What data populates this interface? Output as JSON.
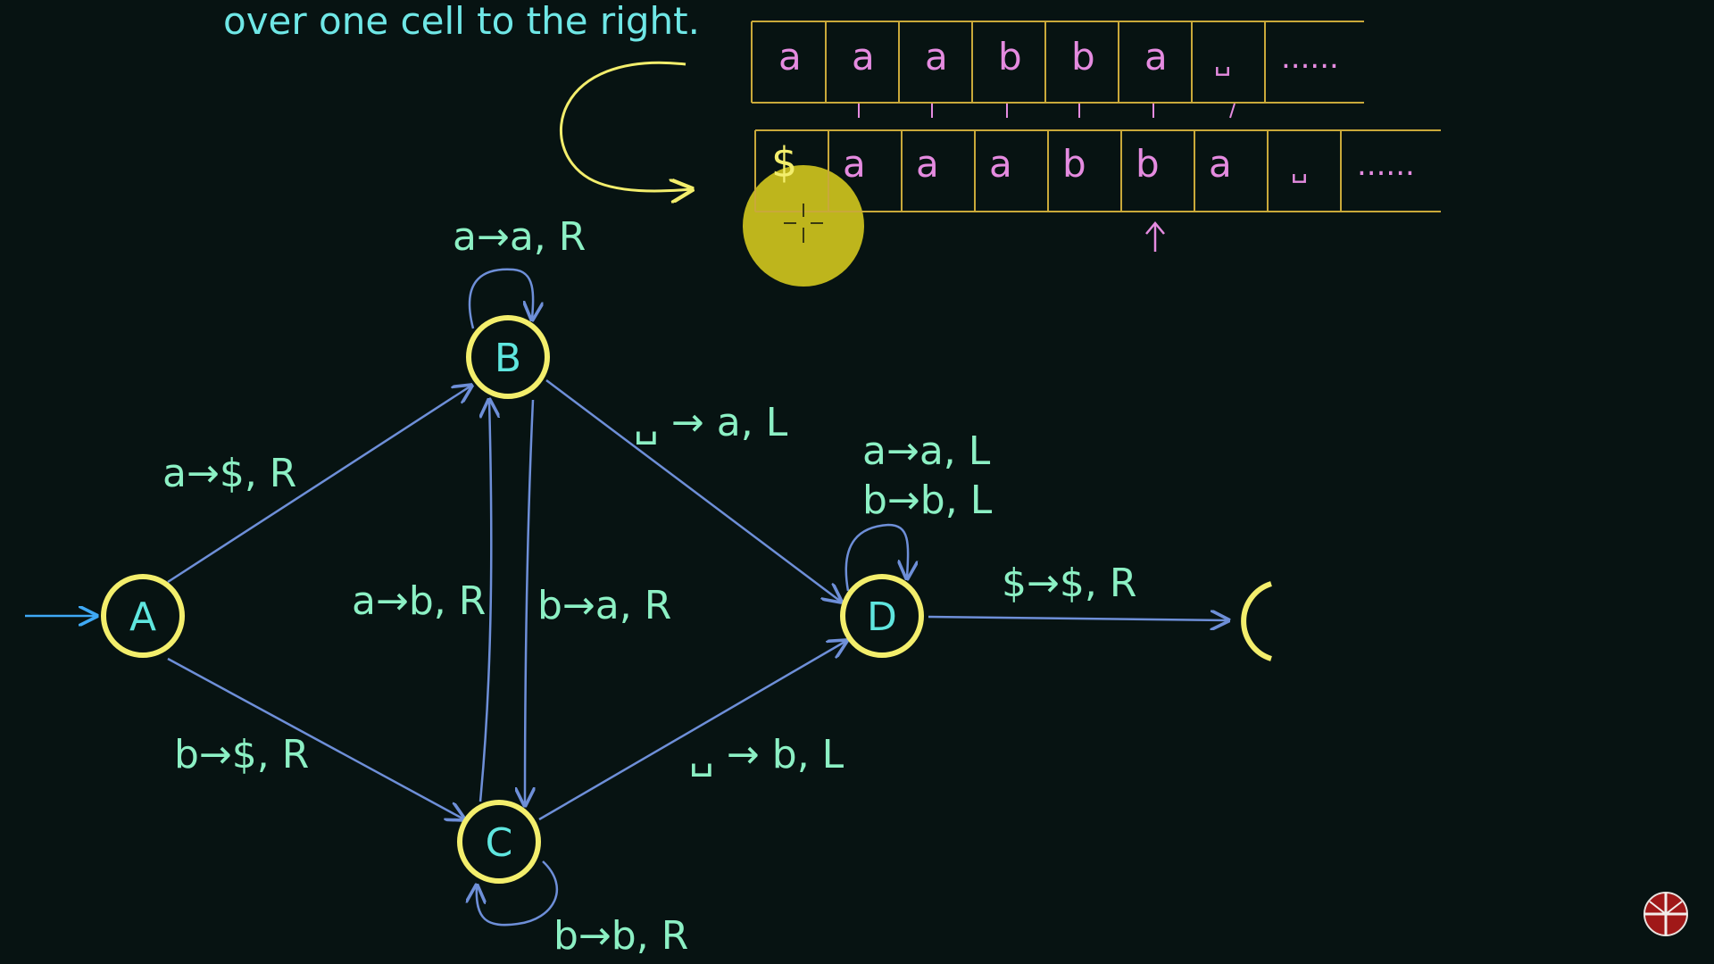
{
  "caption": "over one cell to the right.",
  "tape_top": [
    "a",
    "a",
    "a",
    "b",
    "b",
    "a",
    "␣",
    "......"
  ],
  "tape_bottom": [
    "$",
    "a",
    "a",
    "a",
    "b",
    "b",
    "a",
    "␣",
    "......"
  ],
  "states": {
    "A": "A",
    "B": "B",
    "C": "C",
    "D": "D"
  },
  "transitions": {
    "A_B": "a→$, R",
    "A_C": "b→$, R",
    "B_loop": "a→a, R",
    "B_C": "a→b, R",
    "C_B": "b→a, R",
    "B_D": "␣ → a, L",
    "C_D": "␣ → b, L",
    "C_loop": "b→b, R",
    "D_loop_1": "a→a, L",
    "D_loop_2": "b→b, L",
    "D_E": "$→$, R"
  },
  "colors": {
    "background": "#071312",
    "state_ring": "#f3ee6c",
    "arrow": "#6e8fd8",
    "start_arrow": "#3fa9f5",
    "tape_border": "#c9a93a",
    "highlight": "#d8cc1e",
    "head_pointer": "#e58be0"
  },
  "icons": {
    "cursor": "crosshair-cursor-icon",
    "logo": "globe-logo-icon"
  }
}
